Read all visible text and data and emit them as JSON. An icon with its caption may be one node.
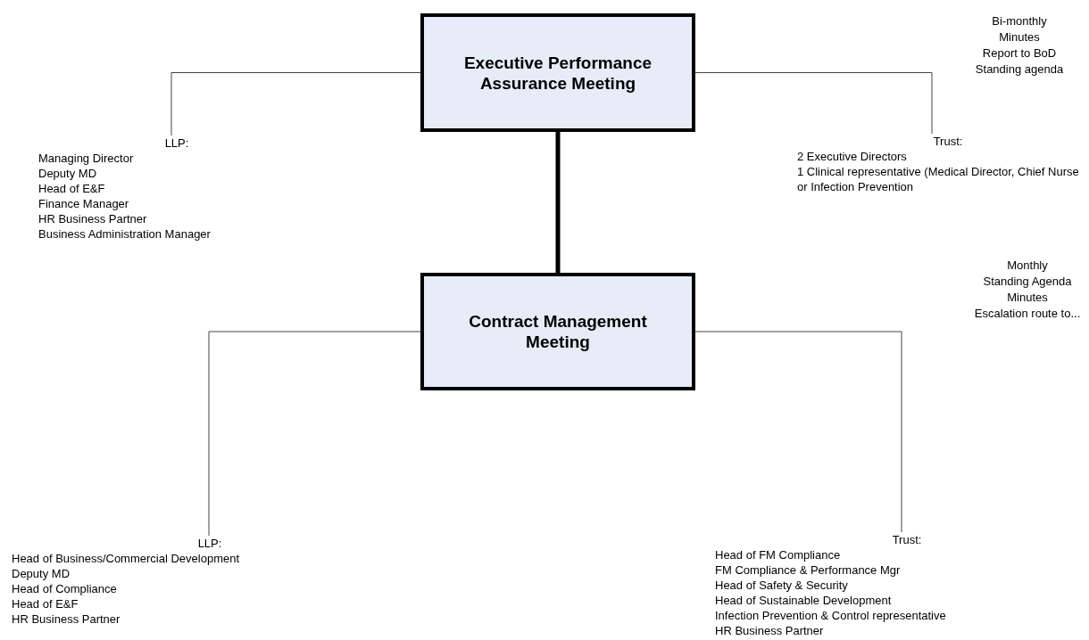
{
  "diagram": {
    "nodes": [
      {
        "text": [
          "Executive Performance Assurance Meeting"
        ],
        "beside": [
          "Bi-monthly",
          "Minutes",
          "Report to BoD",
          "Standing agenda"
        ]
      },
      {
        "text": [
          "Contract Management Meeting"
        ],
        "beside": [
          "Monthly",
          "Standing Agenda",
          "Minutes",
          "Escalation route to..."
        ]
      },
      {
        "text": [
          "LLP:",
          "Managing Director",
          "Deputy MD",
          "Head of E&F",
          "Finance Manager",
          "HR Business Partner",
          "Business Administration Manager"
        ]
      },
      {
        "text": [
          "Trust:",
          "2 Executive Directors",
          "1 Clinical representative (Medical Director, Chief Nurse or Infection Prevention"
        ]
      },
      {
        "text": [
          "LLP:",
          "Head of Business/Commercial Development",
          "Deputy MD",
          "Head of Compliance",
          "Head of E&F",
          "HR Business Partner"
        ]
      },
      {
        "text": [
          "Trust:",
          "Head of FM Compliance",
          "FM Compliance & Performance Mgr",
          "Head of Safety & Security",
          "Head of Sustainable Development",
          "Infection Prevention & Control representative",
          "HR Business Partner"
        ]
      }
    ],
    "edges": [
      {
        "from": 0,
        "to": 1,
        "arrow": "none",
        "style": "thick"
      },
      {
        "from": 0,
        "to": 2,
        "arrow": "none"
      },
      {
        "from": 0,
        "to": 3,
        "arrow": "none"
      },
      {
        "from": 1,
        "to": 4,
        "arrow": "none"
      },
      {
        "from": 1,
        "to": 5,
        "arrow": "none"
      }
    ]
  }
}
